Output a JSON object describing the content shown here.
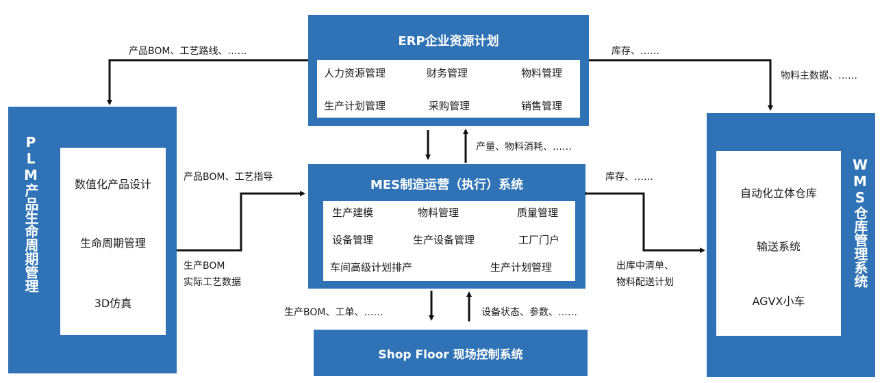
{
  "erp": {
    "title": "ERP企业资源计划",
    "modules": [
      "人力资源管理",
      "财务管理",
      "物料管理",
      "生产计划管理",
      "采购管理",
      "销售管理"
    ]
  },
  "mes": {
    "title": "MES制造运营（执行）系统",
    "modules": [
      "生产建模",
      "物料管理",
      "质量管理",
      "设备管理",
      "生产设备管理",
      "工厂门户",
      "车间高级计划排产",
      "生产计划管理"
    ]
  },
  "shopfloor": {
    "title": "Shop Floor 现场控制系统"
  },
  "plm": {
    "title": "PLM产品生命周期管理",
    "modules": [
      "数值化产品设计",
      "生命周期管理",
      "3D仿真"
    ]
  },
  "wms": {
    "title": "WMS仓库管理系统",
    "modules": [
      "自动化立体仓库",
      "输送系统",
      "AGVX小车"
    ]
  },
  "labels": {
    "erp_plm": "产品BOM、工艺路线、……",
    "erp_wms_inventory": "库存、……",
    "erp_wms_master": "物料主数据、……",
    "mes_to_erp": "产量、物料消耗、……",
    "plm_to_mes": "产品BOM、工艺指导",
    "mes_to_plm_1": "生产BOM",
    "mes_to_plm_2": "实际工艺数据",
    "wms_to_mes": "库存、……",
    "mes_to_wms_1": "出库中清单、",
    "mes_to_wms_2": "物料配送计划",
    "mes_to_shop": "生产BOM、工单、……",
    "shop_to_mes": "设备状态、参数、……"
  }
}
